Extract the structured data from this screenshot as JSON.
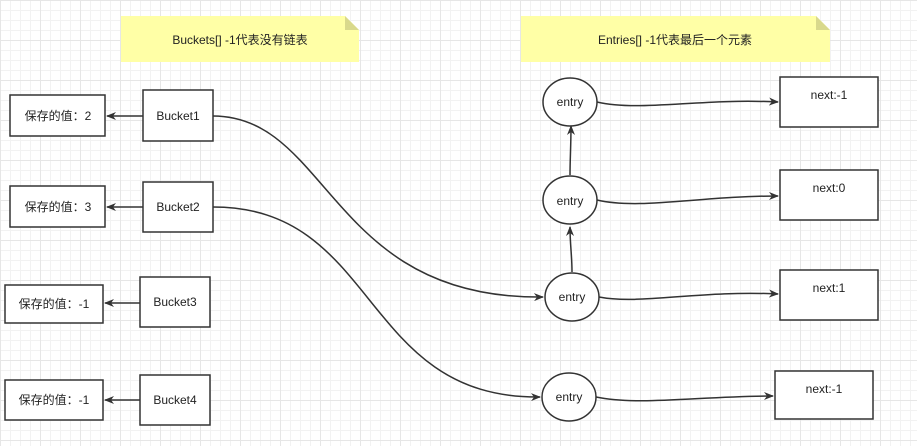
{
  "notes": {
    "buckets": "Buckets[]    -1代表没有链表",
    "entries": "Entries[]    -1代表最后一个元素"
  },
  "buckets": [
    {
      "label": "Bucket1",
      "value": "保存的值：2"
    },
    {
      "label": "Bucket2",
      "value": "保存的值：3"
    },
    {
      "label": "Bucket3",
      "value": "保存的值：-1"
    },
    {
      "label": "Bucket4",
      "value": "保存的值：-1"
    }
  ],
  "entries": [
    {
      "label": "entry",
      "next": "next:-1"
    },
    {
      "label": "entry",
      "next": "next:0"
    },
    {
      "label": "entry",
      "next": "next:1"
    },
    {
      "label": "entry",
      "next": "next:-1"
    }
  ],
  "colors": {
    "note_fill": "#ffffa6",
    "note_fold": "#d9d98c",
    "stroke": "#333333"
  }
}
